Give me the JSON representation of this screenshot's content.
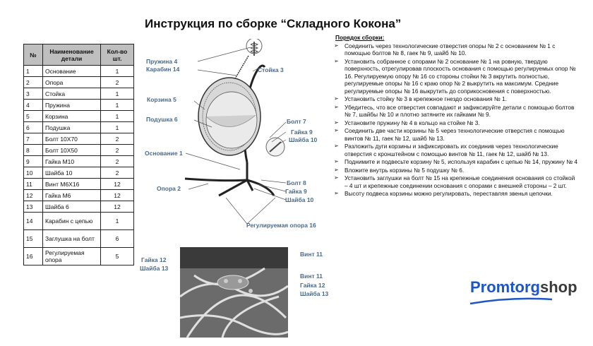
{
  "title": "Инструкция по сборке “Складного Кокона”",
  "table": {
    "headers": [
      "№",
      "Наименование детали",
      "Кол-во шт."
    ],
    "rows": [
      [
        "1",
        "Основание",
        "1"
      ],
      [
        "2",
        "Опора",
        "2"
      ],
      [
        "3",
        "Стойка",
        "1"
      ],
      [
        "4",
        "Пружина",
        "1"
      ],
      [
        "5",
        "Корзина",
        "1"
      ],
      [
        "6",
        "Подушка",
        "1"
      ],
      [
        "7",
        "Болт 10Х70",
        "2"
      ],
      [
        "8",
        "Болт 10Х50",
        "2"
      ],
      [
        "9",
        "Гайка М10",
        "2"
      ],
      [
        "10",
        "Шайба 10",
        "2"
      ],
      [
        "11",
        "Винт М6Х16",
        "12"
      ],
      [
        "12",
        "Гайка М6",
        "12"
      ],
      [
        "13",
        "Шайба 6",
        "12"
      ],
      [
        "14",
        "Карабин с цепью",
        "1"
      ],
      [
        "15",
        "Заглушка на болт",
        "6"
      ],
      [
        "16",
        "Регулируемая опора",
        "5"
      ]
    ]
  },
  "diagram_labels": {
    "spring": "Пружина 4",
    "carabiner": "Карабин 14",
    "basket": "Корзина 5",
    "cushion": "Подушка 6",
    "base": "Основание 1",
    "support": "Опора 2",
    "pole": "Стойка 3",
    "bolt7": "Болт 7",
    "nut9a": "Гайка 9",
    "washer10": "Шайба 10",
    "bolt8": "Болт 8",
    "nut9b": "Гайка 9",
    "washer10b": "Шайба 10",
    "adjustable": "Регулируемая опора 16"
  },
  "photo_labels": {
    "nut12a": "Гайка 12",
    "washer13a": "Шайба 13",
    "screw11a": "Винт 11",
    "screw11b": "Винт 11",
    "nut12b": "Гайка 12",
    "washer13b": "Шайба 13"
  },
  "instructions": {
    "heading": "Порядок сборки:",
    "steps": [
      "Соединить через технологические отверстия опоры № 2 с основанием № 1 с помощью болтов № 8, гаек № 9, шайб № 10.",
      "Установить собранное с опорами № 2 основание № 1 на ровную, твердую поверхность, отрегулировав плоскость основания с помощью регулируемых опор № 16. Регулируемую опору № 16 со стороны стойки № 3 вкрутить полностью, регулируемые опоры № 16 с краю опор № 2 выкрутить на максимум. Средние регулируемые опоры № 16 выкрутить до соприкосновения с поверхностью.",
      "Установить стойку № 3 в крепежное гнездо основания № 1.",
      "Убедитесь, что все отверстия совпадают и зафиксируйте детали с помощью болтов № 7, шайбы № 10 и плотно затяните их гайками № 9.",
      "Установите пружину № 4 в кольцо на стойке № 3.",
      "Соединить две части корзины № 5 через технологические отверстия с помощью винтов № 11, гаек № 12, шайб № 13.",
      "Разложить дуги корзины и зафиксировать их соединив через технологические отверстия с кронштейном с помощью винтов № 11, гаек № 12, шайб № 13.",
      "Поднимите и подвесьте корзину № 5, используя карабин с цепью № 14, пружину № 4",
      "Вложите внутрь корзины № 5 подушку № 6.",
      "Установить заглушки на болт № 15 на крепежные соединения основания со стойкой – 4 шт и крепежные соединении основания с опорами с внешней стороны – 2 шт.",
      "Высоту подвеса корзины можно регулировать, переставляя звенья цепочки."
    ]
  },
  "logo": {
    "part1": "Promtorg",
    "part2": "shop"
  },
  "colors": {
    "label": "#4a6a8c",
    "logo_blue": "#1e56c8",
    "table_header": "#bfbfbf"
  }
}
